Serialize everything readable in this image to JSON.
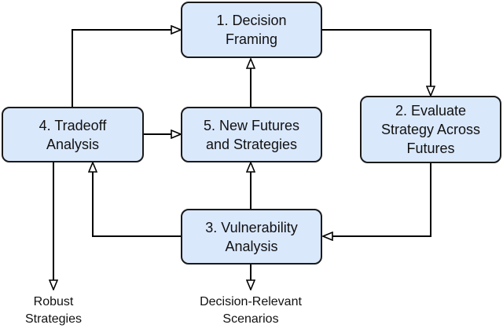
{
  "nodes": {
    "decision_framing": {
      "line1": "1. Decision",
      "line2": "Framing"
    },
    "evaluate_strategy": {
      "line1": "2. Evaluate",
      "line2": "Strategy Across",
      "line3": "Futures"
    },
    "vulnerability_analysis": {
      "line1": "3. Vulnerability",
      "line2": "Analysis"
    },
    "tradeoff_analysis": {
      "line1": "4. Tradeoff",
      "line2": "Analysis"
    },
    "new_futures": {
      "line1": "5. New Futures",
      "line2": "and Strategies"
    }
  },
  "outputs": {
    "robust_strategies": {
      "line1": "Robust",
      "line2": "Strategies"
    },
    "decision_relevant": {
      "line1": "Decision-Relevant",
      "line2": "Scenarios"
    }
  },
  "colors": {
    "node_fill": "#dae8fc",
    "node_border": "#1a1a1a",
    "arrow": "#000000"
  }
}
